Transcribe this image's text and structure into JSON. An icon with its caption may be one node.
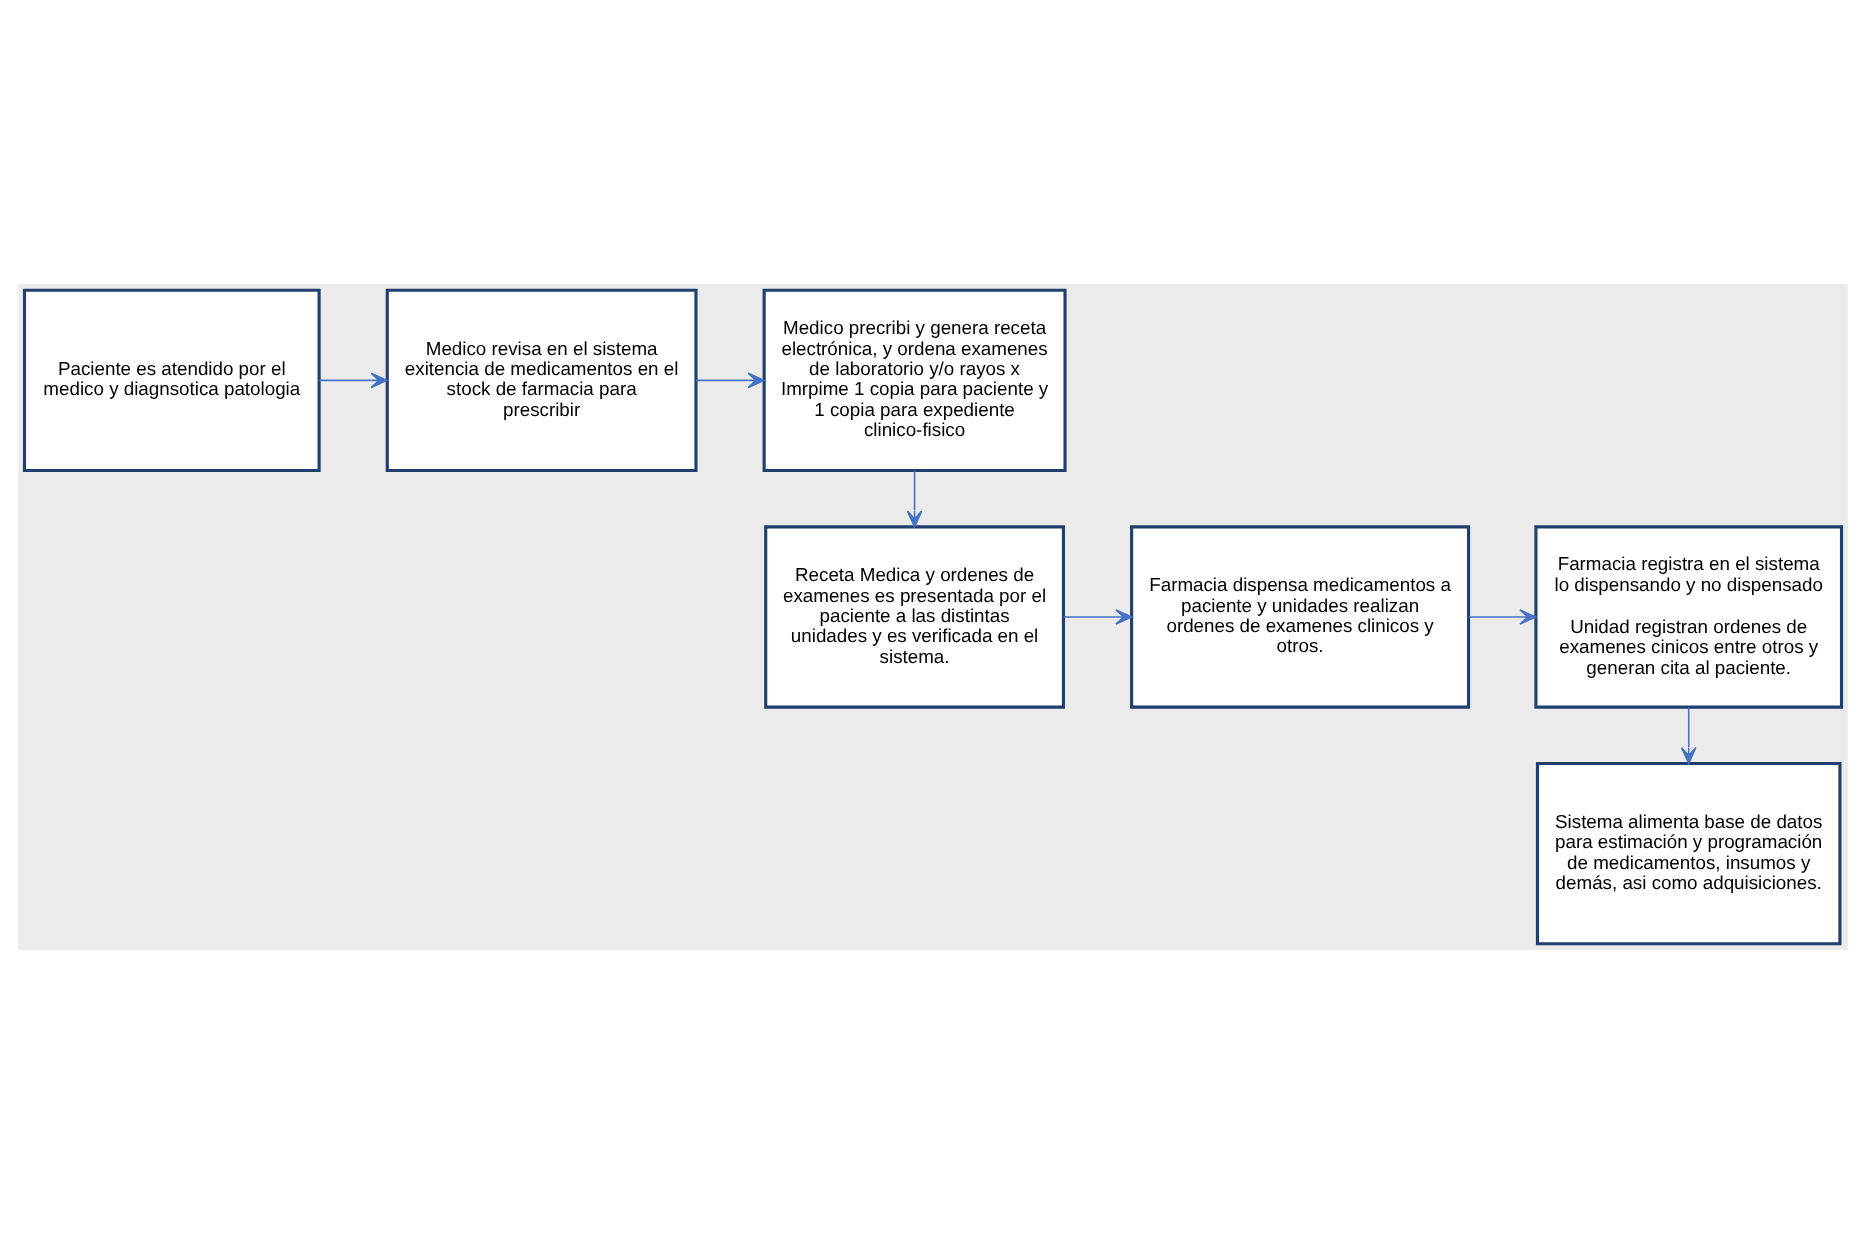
{
  "diagram": {
    "nodes": [
      {
        "text": [
          "Paciente es atendido por el medico y diagnsotica patologia"
        ]
      },
      {
        "text": [
          "Medico revisa en el sistema exitencia de medicamentos en el stock de farmacia para prescribir"
        ]
      },
      {
        "text": [
          "Medico precribi y genera receta electrónica, y ordena examenes de laboratorio y/o rayos x Imrpime 1 copia para paciente y 1 copia para expediente  clinico-fisico"
        ]
      },
      {
        "text": [
          "Receta Medica y ordenes de examenes es presentada por el paciente a las distintas unidades y es verificada en el sistema."
        ]
      },
      {
        "text": [
          "Farmacia dispensa medicamentos a paciente y unidades realizan ordenes de examenes clinicos y otros."
        ]
      },
      {
        "text": [
          "Farmacia registra en el sistema lo dispensando y no dispensado",
          "Unidad registran ordenes de examenes cinicos entre otros y generan cita al paciente."
        ]
      },
      {
        "text": [
          "Sistema alimenta base de datos para estimación y programación de medicamentos, insumos y demás, asi como adquisiciones."
        ]
      }
    ],
    "edges": [
      {
        "from": 0,
        "to": 1,
        "arrow": "to"
      },
      {
        "from": 1,
        "to": 2,
        "arrow": "to"
      },
      {
        "from": 2,
        "to": 3,
        "arrow": "to"
      },
      {
        "from": 3,
        "to": 4,
        "arrow": "to"
      },
      {
        "from": 4,
        "to": 5,
        "arrow": "to"
      },
      {
        "from": 5,
        "to": 6,
        "arrow": "to"
      }
    ]
  }
}
